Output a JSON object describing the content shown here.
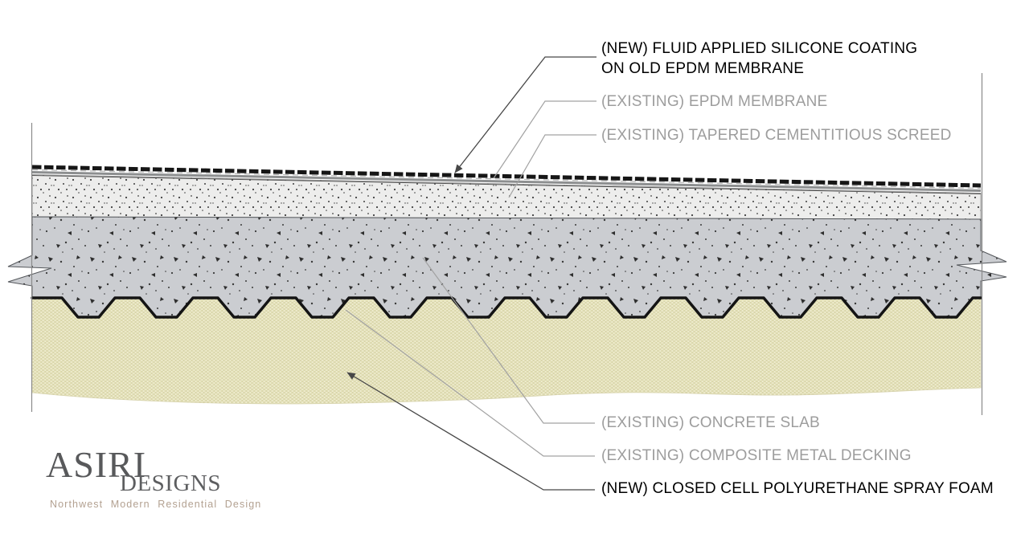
{
  "callouts": [
    {
      "id": "silicone-coating",
      "status": "new",
      "label": "(NEW) FLUID APPLIED SILICONE COATING\nON OLD EPDM MEMBRANE"
    },
    {
      "id": "epdm-membrane",
      "status": "existing",
      "label": "(EXISTING) EPDM MEMBRANE"
    },
    {
      "id": "tapered-screed",
      "status": "existing",
      "label": "(EXISTING) TAPERED CEMENTITIOUS SCREED"
    },
    {
      "id": "concrete-slab",
      "status": "existing",
      "label": "(EXISTING) CONCRETE SLAB"
    },
    {
      "id": "metal-decking",
      "status": "existing",
      "label": "(EXISTING) COMPOSITE METAL DECKING"
    },
    {
      "id": "spray-foam",
      "status": "new",
      "label": "(NEW) CLOSED CELL POLYURETHANE SPRAY FOAM"
    }
  ],
  "logo": {
    "name": "ASIRI",
    "suffix": "DESIGNS",
    "tagline": "Northwest  Modern  Residential  Design"
  },
  "colors": {
    "label_new": "#000000",
    "label_existing": "#9d9d9d",
    "leader_gray": "#a2a2a2",
    "leader_dark": "#474747",
    "screed_fill": "#ededec",
    "concrete_fill": "#cbcdd1",
    "foam_fill": "#e3e0b7",
    "deck_line": "#141414",
    "membrane_dash": "#161616",
    "epdm_band": "#8d8f90",
    "logo_text": "#58595b",
    "logo_tagline": "#b3a191"
  }
}
